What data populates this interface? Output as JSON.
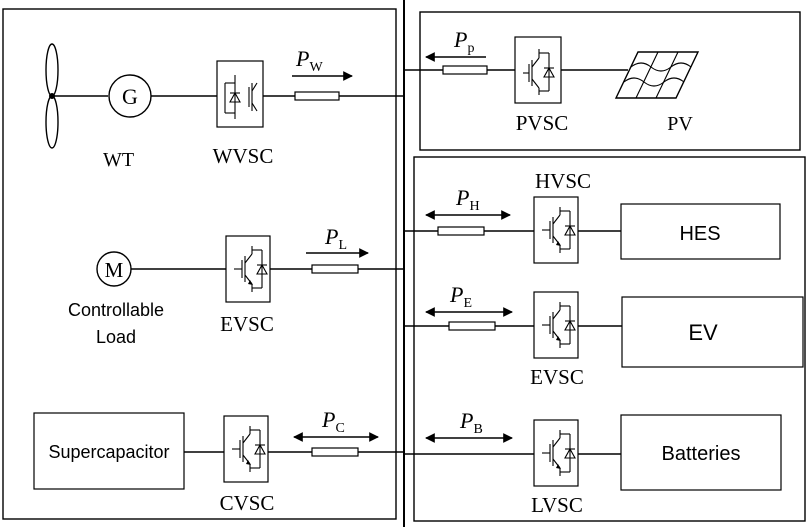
{
  "labels": {
    "wt": "WT",
    "generator": "G",
    "motor": "M",
    "controllable_load_line1": "Controllable",
    "controllable_load_line2": "Load",
    "pv": "PV",
    "hes": "HES",
    "ev": "EV",
    "batteries": "Batteries",
    "supercapacitor": "Supercapacitor"
  },
  "converters": {
    "wvsc": "WVSC",
    "evsc_load": "EVSC",
    "cvsc": "CVSC",
    "pvsc": "PVSC",
    "hvsc": "HVSC",
    "evsc_ev": "EVSC",
    "lvsc": "LVSC"
  },
  "power_flows": {
    "wind": {
      "symbol": "P",
      "subscript": "W",
      "direction": "to-bus"
    },
    "load": {
      "symbol": "P",
      "subscript": "L",
      "direction": "to-bus"
    },
    "supercap": {
      "symbol": "P",
      "subscript": "C",
      "direction": "bidirectional"
    },
    "pv": {
      "symbol": "P",
      "subscript": "p",
      "direction": "to-bus"
    },
    "hes": {
      "symbol": "P",
      "subscript": "H",
      "direction": "bidirectional"
    },
    "ev": {
      "symbol": "P",
      "subscript": "E",
      "direction": "bidirectional"
    },
    "battery": {
      "symbol": "P",
      "subscript": "B",
      "direction": "bidirectional"
    }
  }
}
